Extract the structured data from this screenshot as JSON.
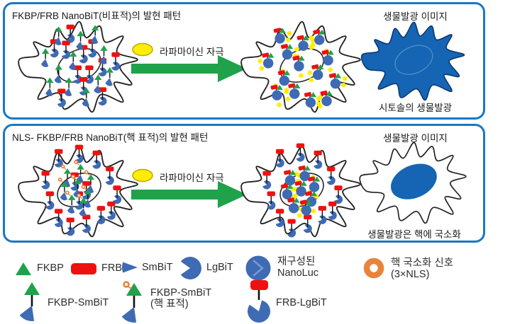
{
  "panels": [
    {
      "title": "FKBP/FRB NanoBiT(비표적)의 발현 패턴",
      "stimulus_label": "라파마이신 자극",
      "result_title": "생물발광 이미지",
      "result_caption": "시토솔의 생물발광"
    },
    {
      "title": "NLS- FKBP/FRB NanoBiT(핵 표적)의 발현 패턴",
      "stimulus_label": "라파마이신 자극",
      "result_title": "생물발광 이미지",
      "result_caption": "생물발광은 핵에 국소화"
    }
  ],
  "legend": {
    "items": [
      {
        "icon": "fkbp-icon",
        "label": "FKBP"
      },
      {
        "icon": "frb-icon",
        "label": "FRB"
      },
      {
        "icon": "smbit-icon",
        "label": "SmBiT"
      },
      {
        "icon": "lgbit-icon",
        "label": "LgBiT"
      },
      {
        "icon": "nanoluc-icon",
        "label": "재구성된",
        "label2": "NanoLuc"
      },
      {
        "icon": "nls-icon",
        "label": "핵 국소화 신호",
        "label2": "(3×NLS)"
      },
      {
        "icon": "fkbp-smbit-icon",
        "label": "FKBP-SmBiT"
      },
      {
        "icon": "fkbp-smbit-nls-icon",
        "label": "FKBP-SmBiT",
        "label2": "(핵 표적)"
      },
      {
        "icon": "frb-lgbit-icon",
        "label": "FRB-LgBiT"
      }
    ]
  },
  "colors": {
    "panel_border": "#1878c4",
    "green": "#1fa24a",
    "red": "#ee1111",
    "mol_blue": "#3f6ab4",
    "mol_blue_light": "#7d9bd6",
    "cell_blue": "#1565b4",
    "yellow": "#ffee00",
    "yellow_edge": "#b9a900",
    "orange": "#e8833c",
    "outline": "#222222"
  },
  "cells": {
    "unstim_nontarget": {
      "fill": "white",
      "nucleus": "outline",
      "fkbp_smbit": [
        [
          58,
          28
        ],
        [
          40,
          58
        ],
        [
          58,
          80
        ],
        [
          88,
          34
        ],
        [
          108,
          26
        ],
        [
          120,
          54
        ],
        [
          128,
          84
        ],
        [
          72,
          98
        ],
        [
          46,
          98
        ],
        [
          96,
          112
        ],
        [
          112,
          94
        ],
        [
          78,
          62
        ]
      ],
      "frb_lgbit": [
        [
          74,
          24
        ],
        [
          52,
          44
        ],
        [
          68,
          46
        ],
        [
          92,
          52
        ],
        [
          104,
          44
        ],
        [
          118,
          70
        ],
        [
          136,
          62
        ],
        [
          84,
          80
        ],
        [
          62,
          112
        ],
        [
          100,
          80
        ],
        [
          118,
          110
        ],
        [
          92,
          96
        ]
      ]
    },
    "stim_nontarget": {
      "fill": "white",
      "nucleus": "outline",
      "glow": "all",
      "complex": [
        [
          56,
          26
        ],
        [
          40,
          60
        ],
        [
          62,
          84
        ],
        [
          88,
          36
        ],
        [
          110,
          28
        ],
        [
          122,
          56
        ],
        [
          132,
          88
        ],
        [
          76,
          102
        ],
        [
          52,
          104
        ],
        [
          98,
          114
        ],
        [
          108,
          76
        ],
        [
          82,
          64
        ],
        [
          66,
          48
        ],
        [
          120,
          112
        ]
      ]
    },
    "unstim_nls": {
      "fill": "white",
      "nucleus": "outline",
      "frb_lgbit": [
        [
          58,
          24
        ],
        [
          86,
          18
        ],
        [
          110,
          26
        ],
        [
          40,
          54
        ],
        [
          46,
          82
        ],
        [
          128,
          48
        ],
        [
          138,
          74
        ],
        [
          130,
          96
        ],
        [
          58,
          106
        ],
        [
          96,
          114
        ],
        [
          116,
          102
        ],
        [
          74,
          118
        ],
        [
          80,
          56
        ],
        [
          96,
          68
        ],
        [
          86,
          82
        ]
      ],
      "fkbp_smbit_nls": [
        [
          70,
          52
        ],
        [
          88,
          46
        ],
        [
          102,
          60
        ],
        [
          66,
          70
        ],
        [
          84,
          66
        ],
        [
          98,
          80
        ],
        [
          76,
          88
        ],
        [
          92,
          92
        ]
      ]
    },
    "stim_nls": {
      "fill": "white",
      "nucleus": "outline",
      "glow": "nucleus",
      "frb_lgbit": [
        [
          56,
          24
        ],
        [
          84,
          16
        ],
        [
          108,
          26
        ],
        [
          38,
          54
        ],
        [
          44,
          82
        ],
        [
          126,
          48
        ],
        [
          136,
          74
        ],
        [
          128,
          96
        ],
        [
          56,
          106
        ],
        [
          94,
          114
        ],
        [
          114,
          102
        ],
        [
          72,
          120
        ]
      ],
      "complex": [
        [
          70,
          50
        ],
        [
          90,
          44
        ],
        [
          103,
          59
        ],
        [
          66,
          69
        ],
        [
          85,
          65
        ],
        [
          99,
          79
        ],
        [
          75,
          88
        ],
        [
          92,
          91
        ]
      ]
    },
    "biolum_cytosol": {
      "fill": "blue",
      "nucleus": "faint"
    },
    "biolum_nuclear": {
      "fill": "white",
      "nucleus": "solid"
    }
  }
}
